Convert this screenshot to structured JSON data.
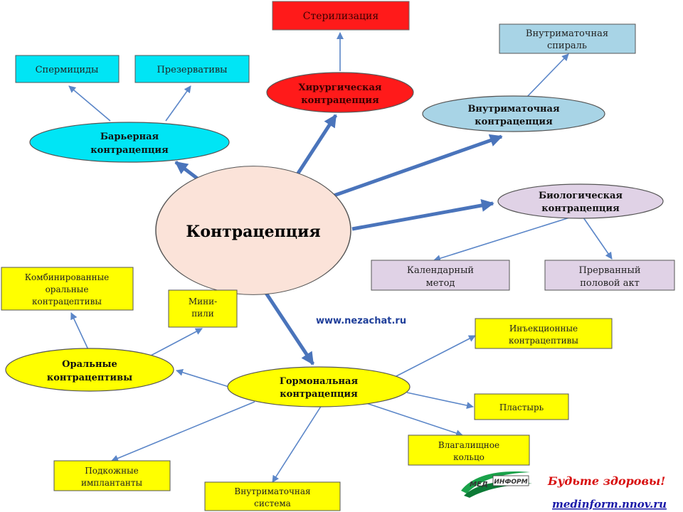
{
  "nodes": {
    "center": "Контрацепция",
    "sterilization": "Стерилизация",
    "surgical": [
      "Хирургическая",
      "контрацепция"
    ],
    "barrier": [
      "Барьерная",
      "контрацепция"
    ],
    "spermicides": "Спермициды",
    "condoms": "Презервативы",
    "iud_method": [
      "Внутриматочная",
      "контрацепция"
    ],
    "iud": [
      "Внутриматочная",
      "спираль"
    ],
    "biological": [
      "Биологическая",
      "контрацепция"
    ],
    "calendar": [
      "Календарный",
      "метод"
    ],
    "withdrawal": [
      "Прерванный",
      "половой акт"
    ],
    "hormonal": [
      "Гормональная",
      "контрацепция"
    ],
    "oral": [
      "Оральные",
      "контрацептивы"
    ],
    "coc": [
      "Комбинированные",
      "оральные",
      "контрацептивы"
    ],
    "minipill": [
      "Мини-",
      "пили"
    ],
    "injection": [
      "Инъекционные",
      "контрацептивы"
    ],
    "patch": "Пластырь",
    "ring": [
      "Влагалищное",
      "кольцо"
    ],
    "implants": [
      "Подкожные",
      "имплантанты"
    ],
    "ius": [
      "Внутриматочная",
      "система"
    ]
  },
  "site_url": "www.nezachat.ru",
  "logo": {
    "left": "МЕД",
    "right": "ИНФОРМ"
  },
  "slogan": "Будьте здоровы!",
  "footer_url": "medinform.nnov.ru",
  "colors": {
    "red": "#ff1a1a",
    "cyan": "#00e5f5",
    "lightblue": "#a8d4e6",
    "lavender": "#e0d2e6",
    "yellow": "#ffff00",
    "peach": "#fbe3d9",
    "arrow": "#5b86c8",
    "slogan": "#d81010",
    "footer": "#1a1aa8"
  }
}
